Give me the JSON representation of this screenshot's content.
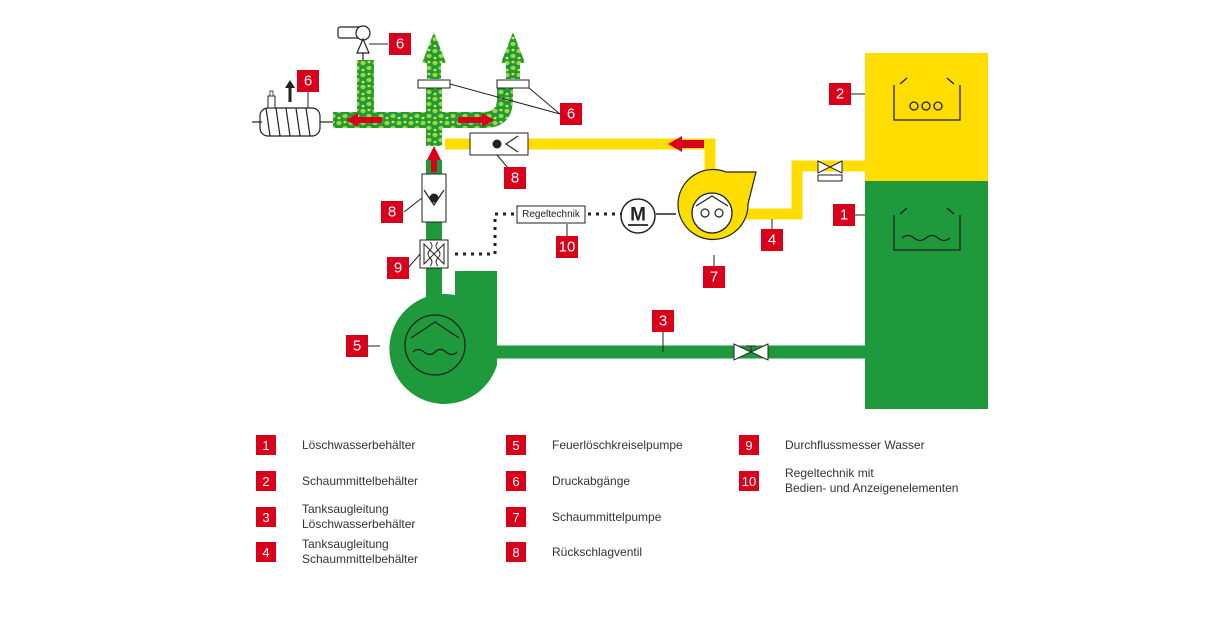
{
  "colors": {
    "green": "#1e9a3c",
    "yellow": "#ffdd00",
    "red": "#d9001b",
    "foam_dot": "#a8d630"
  },
  "diagram": {
    "regeltechnik_label": "Regeltechnik",
    "motor_label": "M",
    "badges": {
      "b1": "1",
      "b2": "2",
      "b3": "3",
      "b4": "4",
      "b5": "5",
      "b6a": "6",
      "b6b": "6",
      "b6c": "6",
      "b7": "7",
      "b8a": "8",
      "b8b": "8",
      "b9": "9",
      "b10": "10"
    }
  },
  "legend": [
    {
      "num": "1",
      "lines": [
        "Löschwasserbehälter"
      ]
    },
    {
      "num": "2",
      "lines": [
        "Schaummittelbehälter"
      ]
    },
    {
      "num": "3",
      "lines": [
        "Tanksaugleitung",
        "Löschwasserbehälter"
      ]
    },
    {
      "num": "4",
      "lines": [
        "Tanksaugleitung",
        "Schaummittelbehälter"
      ]
    },
    {
      "num": "5",
      "lines": [
        "Feuerlöschkreiselpumpe"
      ]
    },
    {
      "num": "6",
      "lines": [
        "Druckabgänge"
      ]
    },
    {
      "num": "7",
      "lines": [
        "Schaummittelpumpe"
      ]
    },
    {
      "num": "8",
      "lines": [
        "Rückschlagventil"
      ]
    },
    {
      "num": "9",
      "lines": [
        "Durchflussmesser Wasser"
      ]
    },
    {
      "num": "10",
      "lines": [
        "Regeltechnik mit",
        "Bedien- und Anzeigenelementen"
      ]
    }
  ]
}
